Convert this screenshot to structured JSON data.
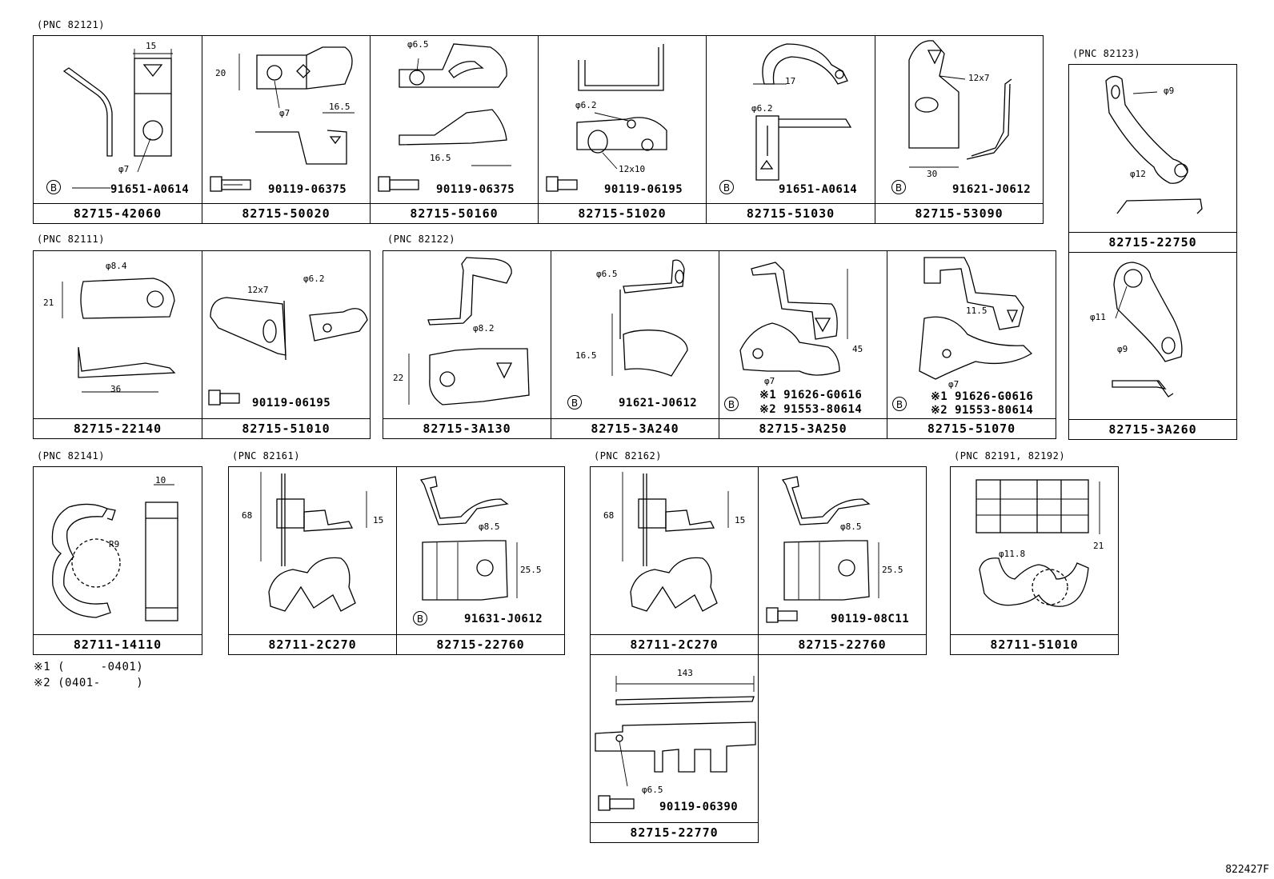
{
  "pnc_labels": {
    "g1": "(PNC 82121)",
    "g2": "(PNC 82123)",
    "g3": "(PNC 82111)",
    "g4": "(PNC 82122)",
    "g5": "(PNC 82141)",
    "g6": "(PNC 82161)",
    "g7": "(PNC 82162)",
    "g8": "(PNC 82191, 82192)"
  },
  "parts": {
    "p1": "82715-42060",
    "p2": "82715-50020",
    "p3": "82715-50160",
    "p4": "82715-51020",
    "p5": "82715-51030",
    "p6": "82715-53090",
    "p7": "82715-22750",
    "p8": "82715-22140",
    "p9": "82715-51010",
    "p10": "82715-3A130",
    "p11": "82715-3A240",
    "p12": "82715-3A250",
    "p13": "82715-51070",
    "p14": "82715-3A260",
    "p15": "82711-14110",
    "p16": "82711-2C270",
    "p17": "82715-22760",
    "p18": "82711-2C270",
    "p19": "82715-22760",
    "p20": "82711-51010",
    "p21": "82715-22770"
  },
  "subparts": {
    "s1": "91651-A0614",
    "s2": "90119-06375",
    "s3": "90119-06375",
    "s4": "90119-06195",
    "s5": "91651-A0614",
    "s6": "91621-J0612",
    "s9": "90119-06195",
    "s11": "91621-J0612",
    "s12a": "※1 91626-G0616",
    "s12b": "※2 91553-80614",
    "s13a": "※1 91626-G0616",
    "s13b": "※2 91553-80614",
    "s17": "91631-J0612",
    "s19": "90119-08C11",
    "s21": "90119-06390"
  },
  "b_mark": "B",
  "dims": {
    "d1a": "15",
    "d1b": "φ7",
    "d2a": "20",
    "d2b": "φ7",
    "d2c": "16.5",
    "d3a": "φ6.5",
    "d3b": "16.5",
    "d4a": "φ6.2",
    "d4b": "12x10",
    "d5a": "17",
    "d5b": "φ6.2",
    "d6a": "12x7",
    "d6b": "30",
    "d7a": "φ9",
    "d7b": "φ12",
    "d8a": "φ8.4",
    "d8b": "21",
    "d8c": "36",
    "d9a": "12x7",
    "d9b": "φ6.2",
    "d10a": "φ8.2",
    "d10b": "22",
    "d11a": "φ6.5",
    "d11b": "16.5",
    "d12a": "45",
    "d12b": "φ7",
    "d13a": "11.5",
    "d13b": "φ7",
    "d14a": "φ11",
    "d14b": "φ9",
    "d15a": "10",
    "d15b": "R9",
    "d16a": "68",
    "d16b": "15",
    "d17a": "φ8.5",
    "d17b": "25.5",
    "d18a": "68",
    "d18b": "15",
    "d19a": "φ8.5",
    "d19b": "25.5",
    "d20a": "φ11.8",
    "d20b": "21",
    "d21a": "143",
    "d21b": "φ6.5"
  },
  "notes": {
    "n1": "※1 (     -0401)",
    "n2": "※2 (0401-     )"
  },
  "figure_code": "822427F"
}
